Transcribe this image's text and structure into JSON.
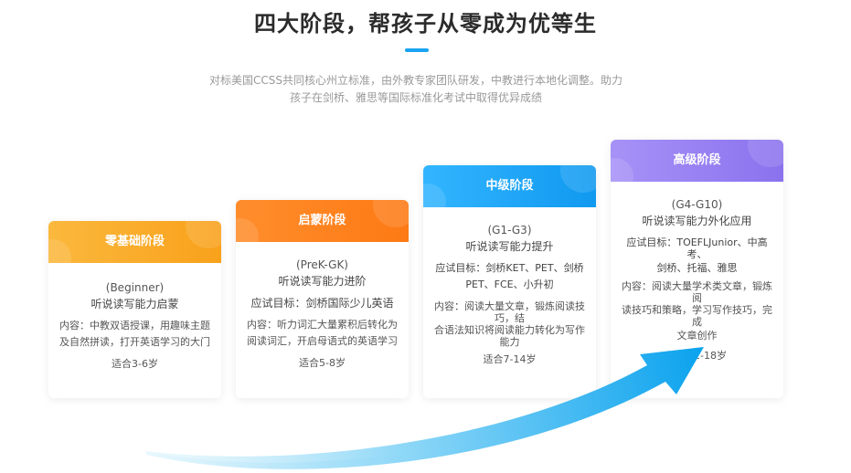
{
  "header": {
    "title": "四大阶段，帮孩子从零成为优等生",
    "subtitle_line1": "对标美国CCSS共同核心州立标准，由外教专家团队研发，中教进行本地化调整。助力",
    "subtitle_line2": "孩子在剑桥、雅思等国际标准化考试中取得优异成绩"
  },
  "stages": [
    {
      "name": "零基础阶段",
      "level": "(Beginner)",
      "goal": "听说读写能力启蒙",
      "content_line1": "内容：中教双语授课，用趣味主题",
      "content_line2": "及自然拼读，打开英语学习的大门",
      "age": "适合3-6岁",
      "color_from": "#fbb53a",
      "color_to": "#f9a21d"
    },
    {
      "name": "启蒙阶段",
      "level": "(PreK-GK)",
      "goal": "听说读写能力进阶",
      "exam": "应试目标：剑桥国际少儿英语",
      "content_line1": "内容：听力词汇大量累积后转化为",
      "content_line2": "阅读词汇，开启母语式的英语学习",
      "age": "适合5-8岁",
      "color_from": "#ff8a2a",
      "color_to": "#fd7b16"
    },
    {
      "name": "中级阶段",
      "level": "(G1-G3)",
      "goal": "听说读写能力提升",
      "exam_line1": "应试目标：剑桥KET、PET、剑桥",
      "exam_line2": "PET、FCE、小升初",
      "content_line1": "内容：阅读大量文章，锻炼阅读技",
      "content_line1b": "巧，结",
      "content_line2": "合语法知识将阅读能力转化为写作",
      "content_line2b": "能力",
      "age": "适合7-14岁",
      "color_from": "#2fb2ff",
      "color_to": "#129cf2"
    },
    {
      "name": "高级阶段",
      "level": "(G4-G10)",
      "goal": "听说读写能力外化应用",
      "exam_line1": "应试目标：TOEFLJunior、中高",
      "exam_line1b": "考、",
      "exam_line2": "剑桥、托福、雅思",
      "content_line1": "内容：阅读大量学术类文章，锻炼",
      "content_line1b": "阅",
      "content_line2": "读技巧和策略，学习写作技巧，完",
      "content_line2b": "成",
      "content_line3": "文章创作",
      "age": "适合12-18岁",
      "color_from": "#a48cf6",
      "color_to": "#8b73ef"
    }
  ],
  "arrow": {
    "color_from": "#bfeafb",
    "color_to": "#0fa4ee"
  }
}
